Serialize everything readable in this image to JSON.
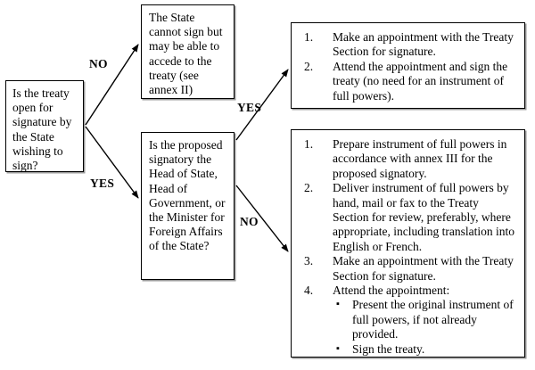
{
  "diagram": {
    "title": "Treaty signature decision flowchart",
    "background": "#ffffff",
    "line_color": "#000000"
  },
  "nodes": {
    "question_open": {
      "text": "Is the treaty open for signature by the State wishing to sign?"
    },
    "cannot_sign": {
      "text": "The State cannot sign but may be able to accede to the treaty (see annex II)"
    },
    "question_signatory": {
      "text": "Is the proposed signatory the Head of State, Head of Government, or the Minister for Foreign Affairs of the State?"
    },
    "steps_simple": {
      "items": [
        {
          "num": "1.",
          "text": "Make an appointment with the Treaty Section for signature."
        },
        {
          "num": "2.",
          "text": "Attend the appointment and sign the treaty (no need for an instrument of full powers)."
        }
      ]
    },
    "steps_fullpowers": {
      "items": [
        {
          "num": "1.",
          "text": "Prepare instrument of full powers in accordance with annex III for the proposed signatory."
        },
        {
          "num": "2.",
          "text": "Deliver instrument of full powers by hand, mail or fax to the Treaty Section for review, preferably, where appropriate, including translation into English or French."
        },
        {
          "num": "3.",
          "text": "Make an appointment with the Treaty Section for signature."
        },
        {
          "num": "4.",
          "text": "Attend the appointment:"
        }
      ],
      "substeps": [
        {
          "bullet": "▪",
          "text": "Present the original instrument of full powers, if not already provided."
        },
        {
          "bullet": "▪",
          "text": "Sign the treaty."
        }
      ]
    }
  },
  "edge_labels": {
    "no_top": "NO",
    "yes_bottom": "YES",
    "yes_right": "YES",
    "no_right": "NO"
  }
}
